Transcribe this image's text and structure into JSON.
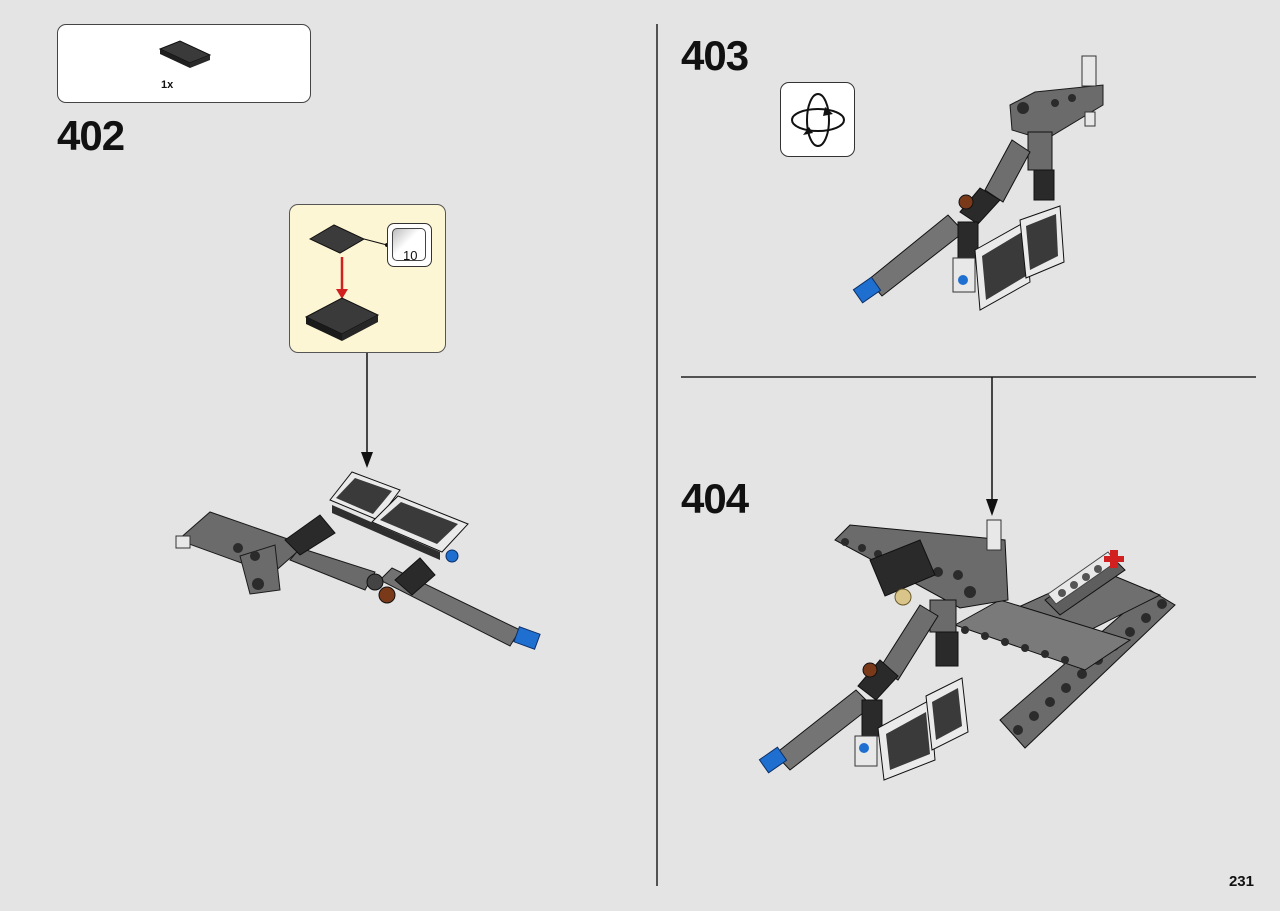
{
  "parts_list": {
    "quantity": "1x"
  },
  "steps": [
    {
      "number": "402"
    },
    {
      "number": "403"
    },
    {
      "number": "404"
    }
  ],
  "sticker": {
    "number": "10"
  },
  "page": {
    "number": "231"
  },
  "colors": {
    "background": "#e4e4e4",
    "dark_gray_part": "#6b6b6b",
    "black_part": "#2a2a2a",
    "blue_pin": "#1f6fd1",
    "brown_bush": "#7a3a1a",
    "tan_pin": "#d9c48a",
    "red_arrow": "#d22020",
    "subassembly_bg": "#fdf6d4"
  },
  "icons": [
    "tile-2x2-icon",
    "rotate-model-icon",
    "sticker-icon",
    "placement-arrow-icon"
  ]
}
